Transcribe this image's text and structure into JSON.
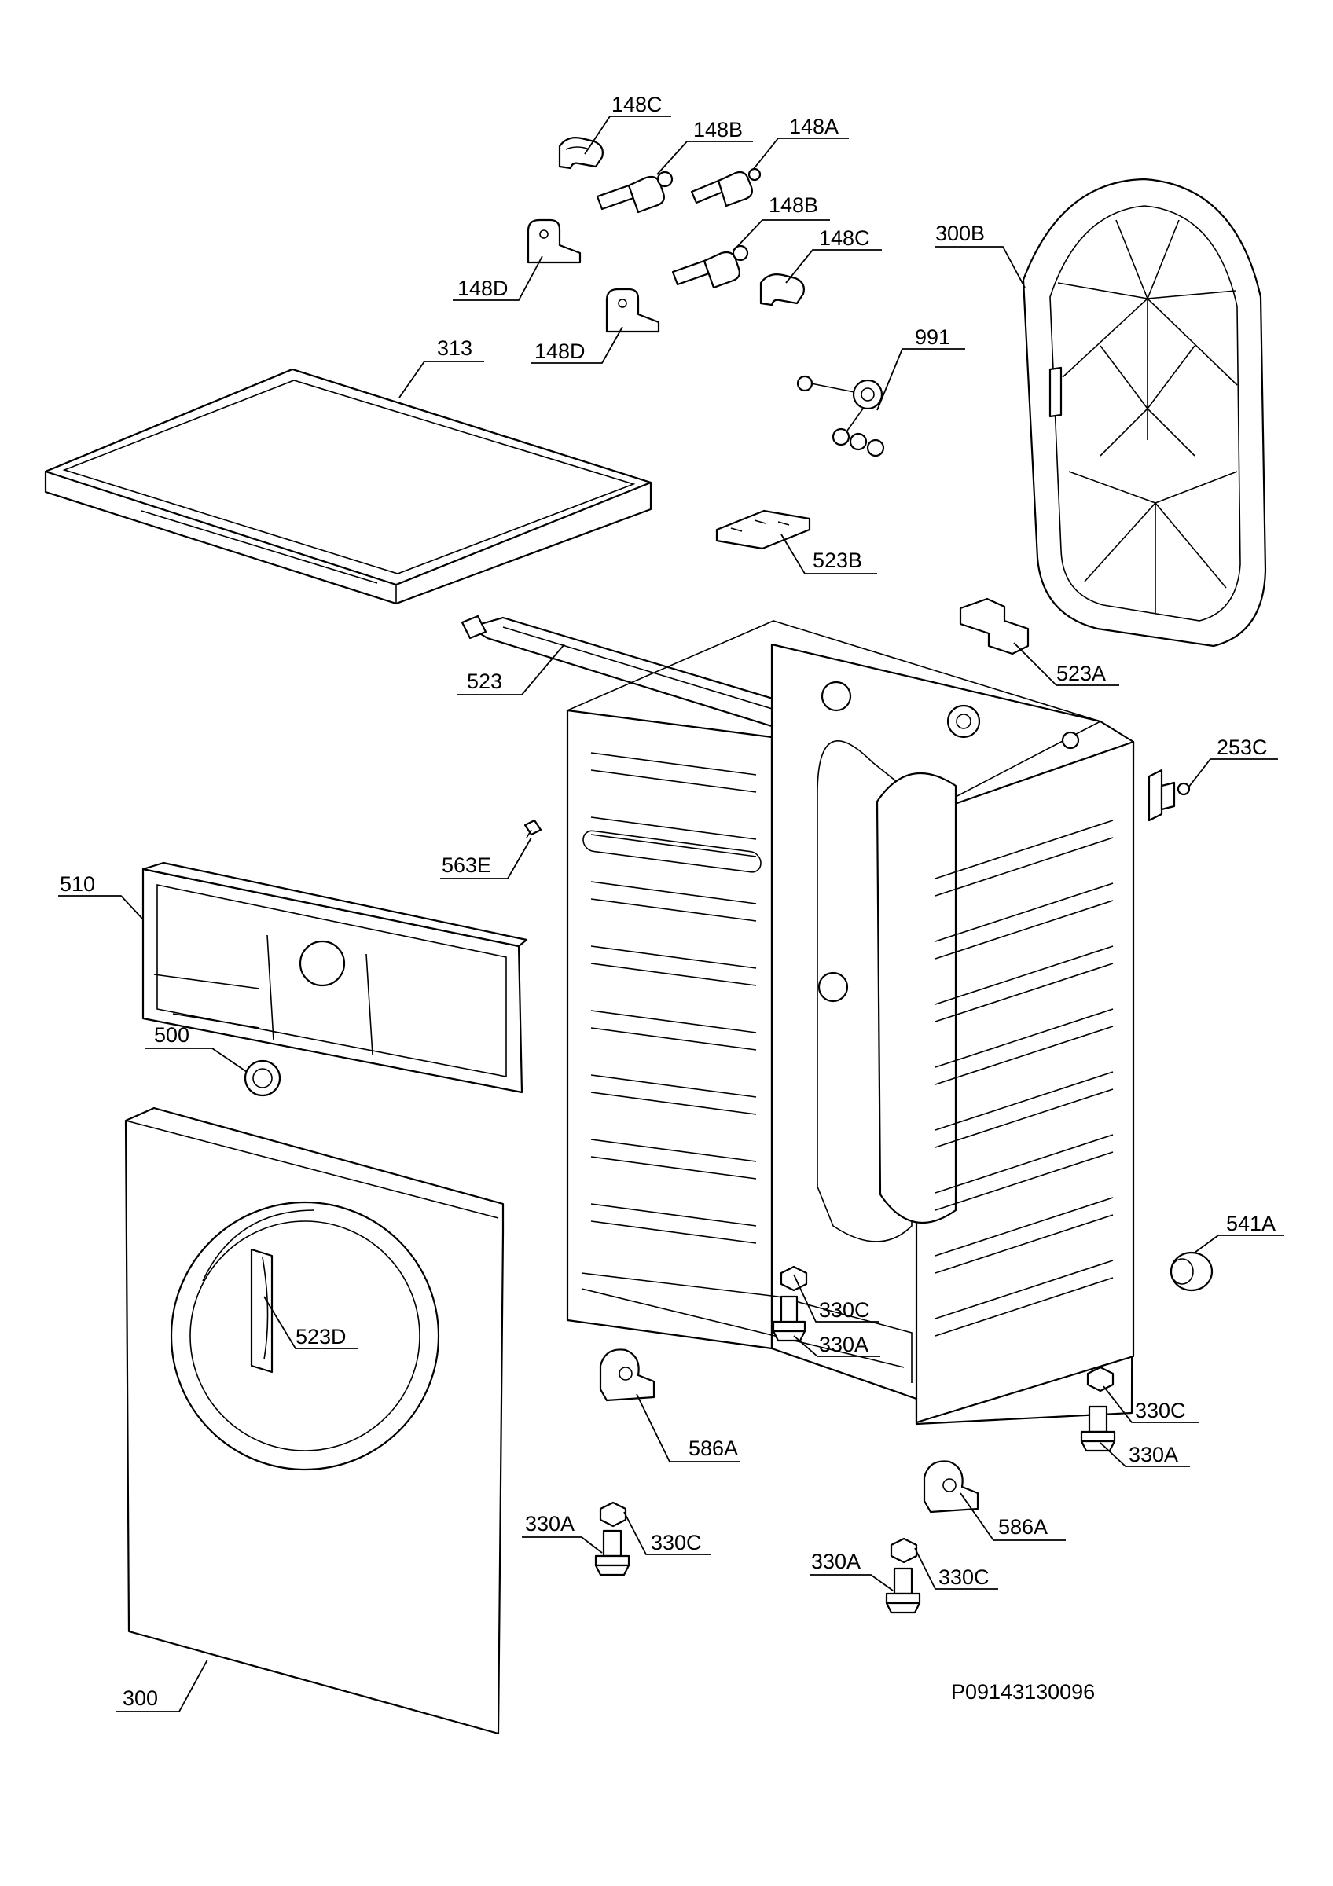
{
  "reference_code": "P09143130096",
  "callouts": {
    "c148C_top": "148C",
    "c148B_top": "148B",
    "c148A": "148A",
    "c148B_mid": "148B",
    "c148C_mid": "148C",
    "c148D_left": "148D",
    "c148D_mid": "148D",
    "c300B": "300B",
    "c313": "313",
    "c991": "991",
    "c523B": "523B",
    "c523": "523",
    "c523A": "523A",
    "c253C": "253C",
    "c563E": "563E",
    "c510": "510",
    "c500": "500",
    "c541A": "541A",
    "c523D": "523D",
    "c330C_a": "330C",
    "c330A_a": "330A",
    "c330C_b": "330C",
    "c330A_b": "330A",
    "c586A_a": "586A",
    "c586A_b": "586A",
    "c330A_c": "330A",
    "c330C_c": "330C",
    "c330A_d": "330A",
    "c330C_d": "330C",
    "c300": "300"
  }
}
